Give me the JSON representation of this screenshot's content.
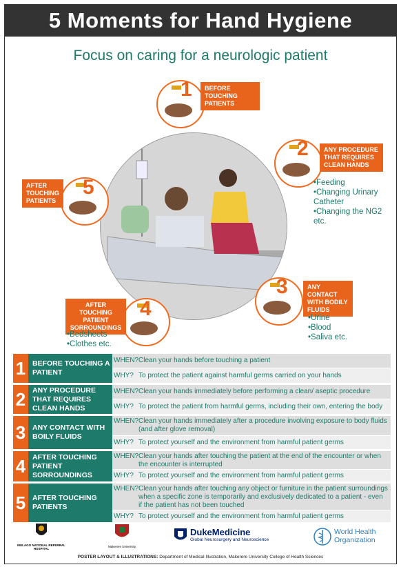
{
  "header": {
    "title": "5 Moments for Hand Hygiene"
  },
  "subtitle": "Focus on caring for a neurologic patient",
  "moments_diagram": {
    "m1": {
      "number": "1",
      "label": "BEFORE TOUCHING PATIENTS"
    },
    "m2": {
      "number": "2",
      "label": "ANY PROCEDURE THAT REQUIRES CLEAN HANDS",
      "bullets": [
        "•Feeding",
        "•Changing Urinary Catheter",
        "•Changing the NG2 etc."
      ]
    },
    "m3": {
      "number": "3",
      "label": "ANY CONTACT WITH BODILY FLUIDS",
      "bullets": [
        "•Urine",
        "•Blood",
        "•Saliva etc."
      ]
    },
    "m4": {
      "number": "4",
      "label": "AFTER TOUCHING PATIENT SORROUNDINGS",
      "bullets": [
        "•Bedsheets",
        "•Clothes etc."
      ]
    },
    "m5": {
      "number": "5",
      "label": "AFTER TOUCHING PATIENTS"
    }
  },
  "table": {
    "rows": [
      {
        "number": "1",
        "title": "BEFORE TOUCHING A PATIENT",
        "when_label": "WHEN?",
        "when": "Clean your hands before touching a patient",
        "why_label": "WHY?",
        "why": "To protect the patient against harmful germs carried on your hands"
      },
      {
        "number": "2",
        "title": "ANY PROCEDURE THAT REQUIRES CLEAN HANDS",
        "when_label": "WHEN?",
        "when": "Clean your hands immediately before performing a clean/ aseptic procedure",
        "why_label": "WHY?",
        "why": "To protect the patient from harmful germs, including their own, entering the body"
      },
      {
        "number": "3",
        "title": "ANY CONTACT WITH BOILY FLUIDS",
        "when_label": "WHEN?",
        "when": "Clean your hands immediately after a procedure involving exposure to body fluids (and after glove removal)",
        "why_label": "WHY?",
        "why": "To protect yourself and the environment from harmful patient germs"
      },
      {
        "number": "4",
        "title": "AFTER TOUCHING PATIENT SORROUNDINGS",
        "when_label": "WHEN?",
        "when": "Clean your hands after touching the patient at the end of the encounter or when the encounter is interrupted",
        "why_label": "WHY?",
        "why": "To protect yourself and the environment from harmful patient germs"
      },
      {
        "number": "5",
        "title": "AFTER TOUCHING PATIENTS",
        "when_label": "WHEN?",
        "when": "Clean your hands after touching any object or furniture in the patient surroundings when a specific zone is temporarily and exclusively dedicated to a patient - even if the patient has not been touched",
        "why_label": "WHY?",
        "why": "To protect yourself and the environment from harmful patient germs"
      }
    ]
  },
  "logos": {
    "mulago": "MULAGO NATIONAL REFERRAL HOSPITAL",
    "makerere": "Makerere University",
    "duke_brand": "DukeMedicine",
    "duke_sub": "Global Neurosurgery and Neuroscience",
    "who_line1": "World Health",
    "who_line2": "Organization"
  },
  "footer": {
    "label": "POSTER LAYOUT & ILLUSTRATIONS:",
    "text": "Department of Medical Illustration, Makerere University College of Health Sciences"
  },
  "colors": {
    "accent": "#e8641c",
    "teal": "#1e7a6a",
    "header_bg": "#333333"
  }
}
